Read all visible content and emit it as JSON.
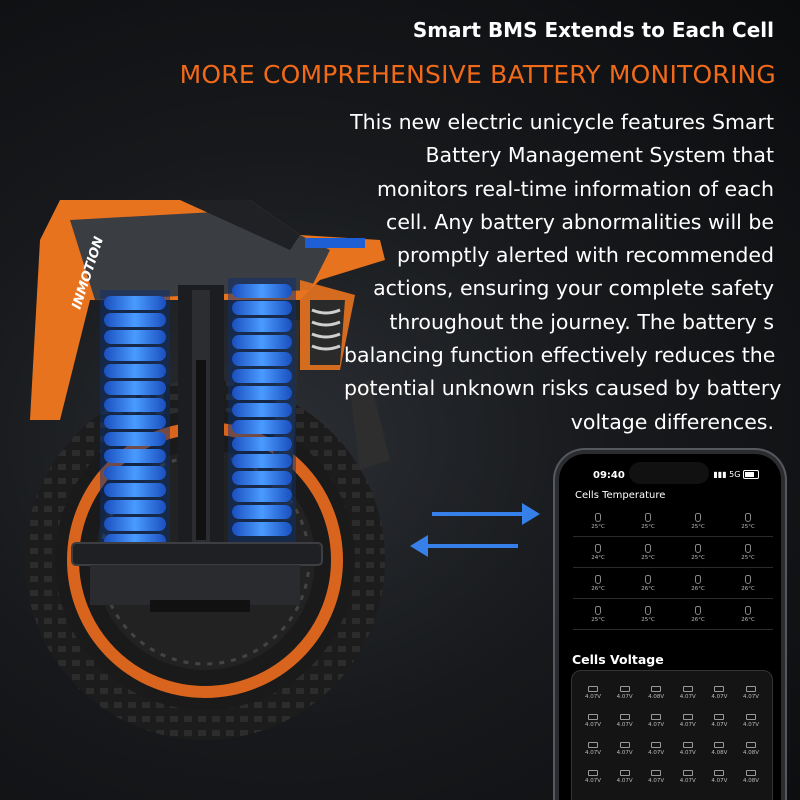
{
  "subtitle": "Smart BMS Extends to Each Cell",
  "headline": "MORE COMPREHENSIVE BATTERY MONITORING",
  "body_lines": [
    "This new electric unicycle features Smart",
    "Battery Management System that",
    "monitors real-time information of each",
    "cell. Any battery abnormalities will be",
    "promptly alerted with recommended",
    "actions, ensuring your complete safety",
    "throughout the journey. The battery s",
    "balancing function effectively reduces the",
    "potential unknown risks caused by battery",
    "voltage differences."
  ],
  "brand_logo": "INMOTION",
  "colors": {
    "accent": "#f06a1a",
    "cell_blue": "#2f7df0",
    "arrow_blue": "#3a8bff"
  },
  "phone": {
    "time": "09:40",
    "status": "5G",
    "temperature_title": "Cells Temperature",
    "temperature_rows": [
      [
        "25°C",
        "25°C",
        "25°C",
        "25°C"
      ],
      [
        "24°C",
        "25°C",
        "25°C",
        "25°C"
      ],
      [
        "26°C",
        "26°C",
        "26°C",
        "26°C"
      ],
      [
        "25°C",
        "25°C",
        "26°C",
        "26°C"
      ]
    ],
    "voltage_title": "Cells Voltage",
    "voltage_rows": [
      [
        "4.07V",
        "4.07V",
        "4.08V",
        "4.07V",
        "4.07V",
        "4.07V"
      ],
      [
        "4.07V",
        "4.07V",
        "4.07V",
        "4.07V",
        "4.07V",
        "4.07V"
      ],
      [
        "4.07V",
        "4.07V",
        "4.07V",
        "4.07V",
        "4.08V",
        "4.08V"
      ],
      [
        "4.07V",
        "4.07V",
        "4.07V",
        "4.07V",
        "4.07V",
        "4.08V"
      ]
    ]
  }
}
